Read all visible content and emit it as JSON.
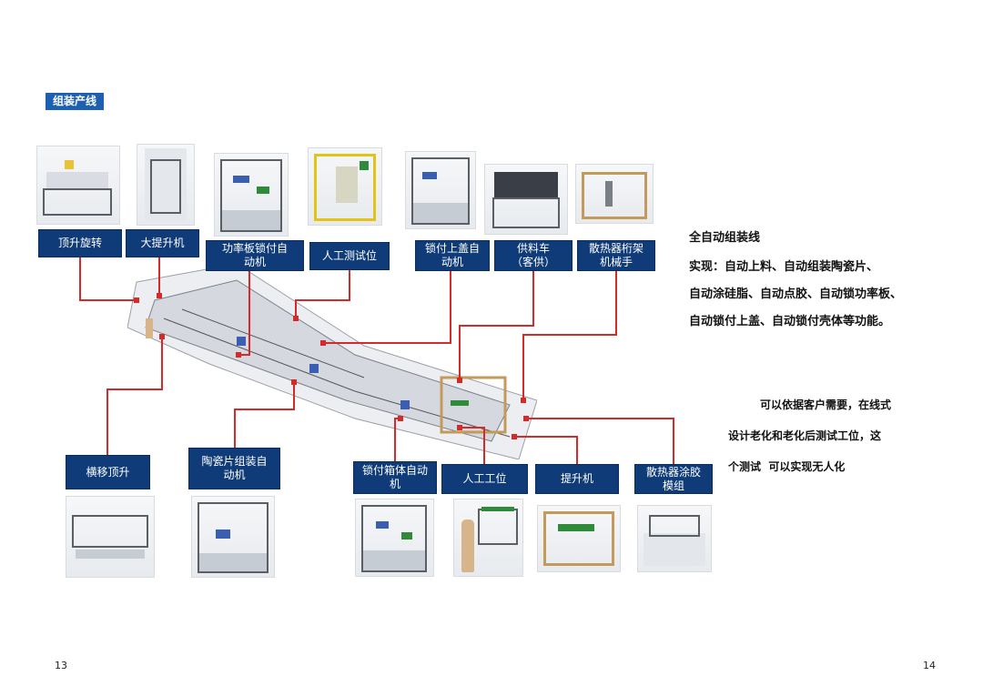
{
  "section_tag": "组装产线",
  "labels": {
    "top_rotate": "顶升旋转",
    "big_lift": "大提升机",
    "power_board": "功率板锁付自\n动机",
    "manual_test": "人工测试位",
    "lid_lock": "锁付上盖自\n动机",
    "supply_cart": "供料车\n（客供）",
    "heatsink_robot": "散热器桁架\n机械手",
    "transverse_lift": "横移顶升",
    "ceramic_assembly": "陶瓷片组装自\n动机",
    "case_lock": "锁付箱体自动\n机",
    "manual_station": "人工工位",
    "elevator": "提升机",
    "heatsink_glue": "散热器涂胶\n模组"
  },
  "description": {
    "title": "全自动组装线",
    "lines": [
      "实现：自动上料、自动组装陶瓷片、",
      "自动涂硅脂、自动点胶、自动锁功率板、",
      "自动锁付上盖、自动锁付壳体等功能。"
    ]
  },
  "note": {
    "lines": [
      "可以依据客户需要，在线式",
      "设计老化和老化后测试工位，这",
      "个测试  可以实现无人化"
    ]
  },
  "page_numbers": {
    "left": "13",
    "right": "14"
  },
  "colors": {
    "label_bg": "#0f3b78",
    "connector": "#d42a2a",
    "tag_bg": "#1d5fb0"
  }
}
